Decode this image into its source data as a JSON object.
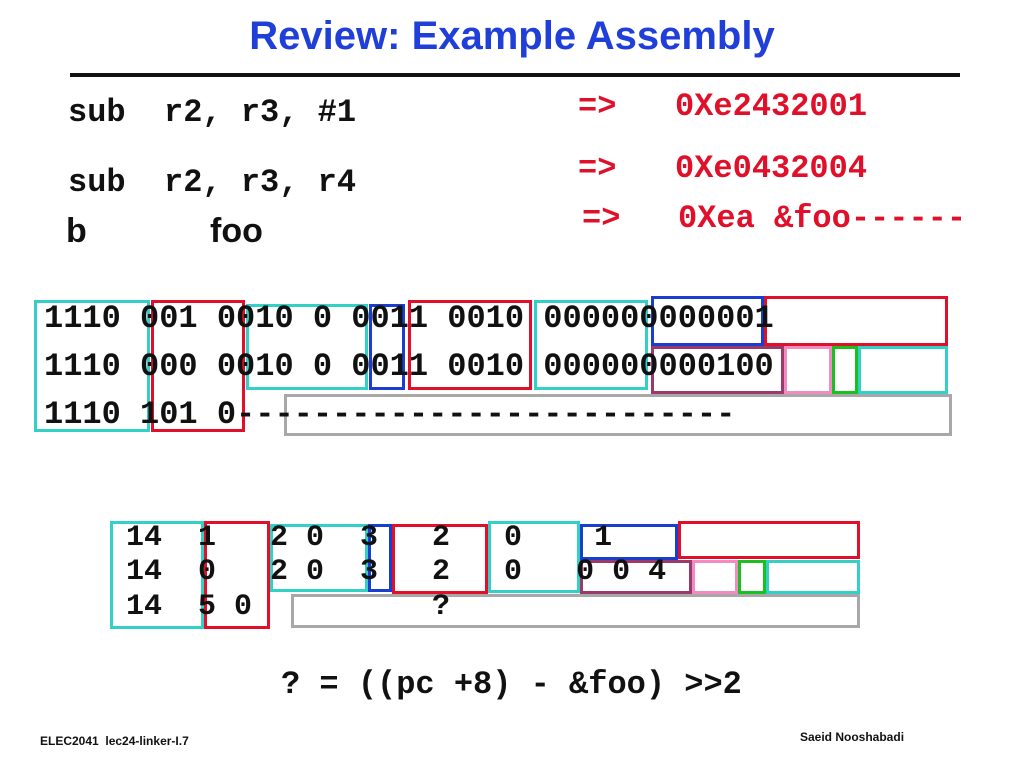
{
  "title": "Review: Example Assembly",
  "colors": {
    "title": "#1f3fd8",
    "arrow": "#e0102a",
    "cyan": "#33d0c8",
    "red": "#e0102a",
    "blue": "#1a3fd0",
    "maroon": "#9a3a6a",
    "pink": "#f08cc0",
    "green": "#18c020",
    "gray": "#a8a8a8"
  },
  "instructions": [
    {
      "asm": "sub  r2, r3, #1",
      "arrow": "=>",
      "hex": "0Xe2432001"
    },
    {
      "asm": "sub  r2, r3, r4",
      "arrow": "=>",
      "hex": "0Xe0432004"
    },
    {
      "op": "b",
      "operand": "foo",
      "arrow": "=>",
      "hex": "0Xea &foo------"
    }
  ],
  "binary_rows": [
    "1110 001 0010 0 0011 0010 000000000001",
    "1110 000 0010 0 0011 0010 000000000100",
    "1110 101 0--------------------------"
  ],
  "decimal_rows": [
    "14  1   2 0  3   2   0    1",
    "14  0   2 0  3   2   0   0 0 4",
    "14  5 0          ?"
  ],
  "formula": "? = ((pc +8) - &foo) >>2",
  "footer": {
    "left": "ELEC2041  lec24-linker-I.7",
    "right": "Saeid Nooshabadi"
  }
}
